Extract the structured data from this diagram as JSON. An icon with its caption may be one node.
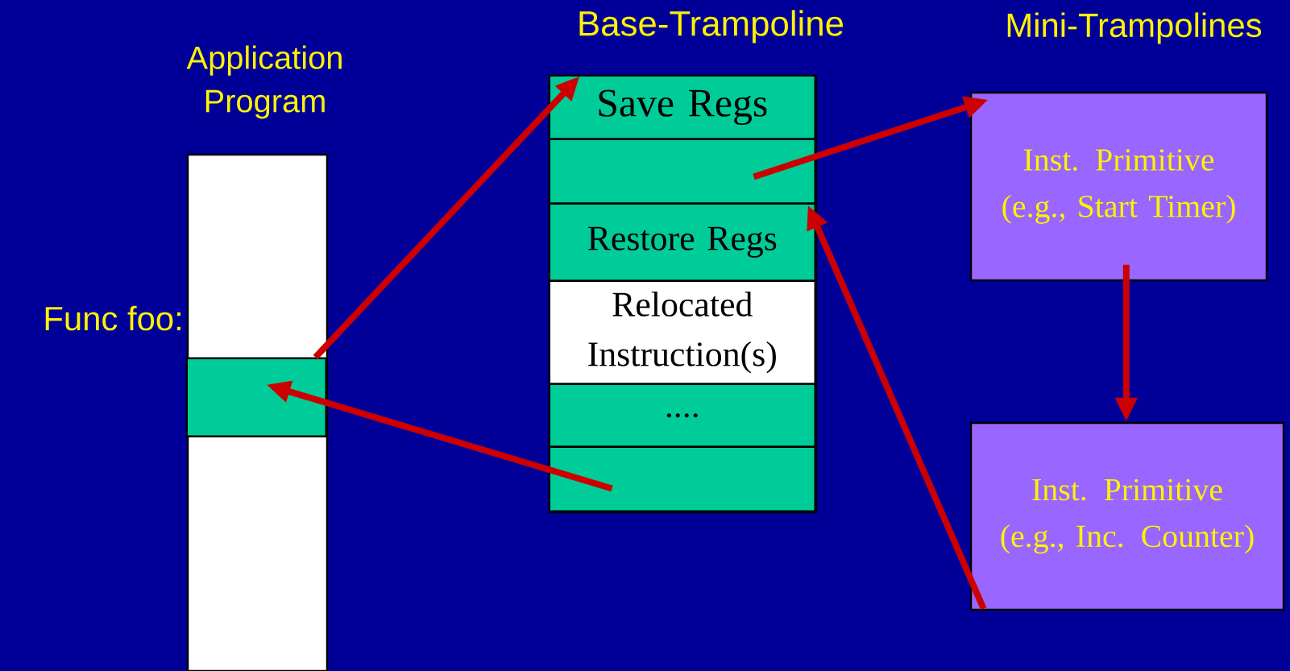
{
  "diagram": {
    "nodes": [
      {
        "text": [
          "Application Program"
        ]
      },
      {
        "text": [],
        "shape": "box",
        "in": 0
      },
      {
        "text": [
          "Base-Trampoline"
        ]
      },
      {
        "text": [
          "Save Regs"
        ],
        "in": 2
      },
      {
        "text": [],
        "shape": "box",
        "in": 2
      },
      {
        "text": [
          "Restore Regs"
        ],
        "in": 2
      },
      {
        "text": [
          "Relocated Instruction(s)"
        ],
        "in": 2
      },
      {
        "text": [
          "...."
        ],
        "in": 2
      },
      {
        "text": [],
        "shape": "box",
        "in": 2
      },
      {
        "text": [
          "Inst. Primitive",
          "(e.g., Start Timer)"
        ]
      },
      {
        "text": [
          "Inst. Primitive",
          "(e.g., Inc. Counter)"
        ]
      }
    ],
    "edges": [
      {
        "from": 1,
        "to": 3,
        "arrow": "to"
      },
      {
        "from": 4,
        "to": 9,
        "arrow": "to"
      },
      {
        "from": 9,
        "to": 10,
        "arrow": "to"
      },
      {
        "from": 10,
        "to": 5,
        "arrow": "to"
      },
      {
        "from": 8,
        "to": 1,
        "arrow": "to"
      }
    ],
    "labels": [
      "Mini-Trampolines",
      "Func foo:"
    ]
  }
}
